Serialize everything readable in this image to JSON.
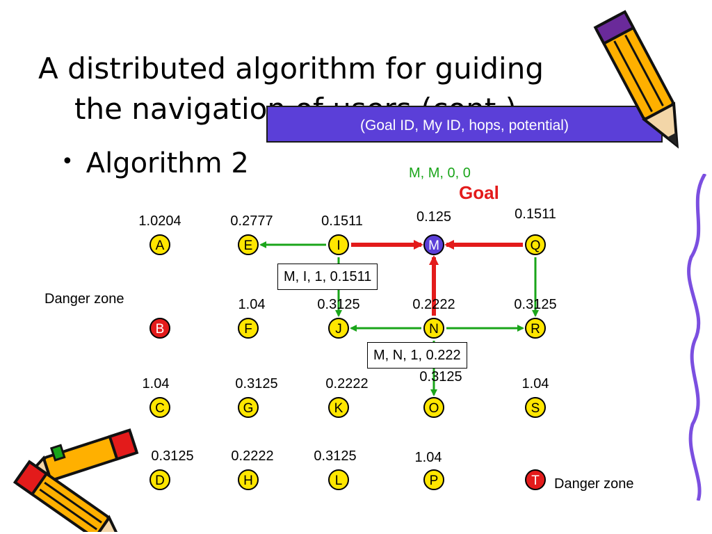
{
  "slide": {
    "title_line1": "A distributed algorithm for guiding",
    "title_line2": "the navigation of users (cont.)",
    "bullet": "Algorithm 2",
    "legend": "(Goal ID, My ID, hops, potential)",
    "goal_message": "M, M, 0, 0",
    "goal_label": "Goal",
    "danger_zone_1": "Danger zone",
    "danger_zone_2": "Danger zone",
    "message_1": "M, I, 1, 0.1511",
    "message_2": "M, N, 1, 0.222"
  },
  "colors": {
    "node_fill": "#ffe600",
    "goal_fill": "#5b3fd8",
    "danger_fill": "#e31b1b",
    "green_arrow": "#1aa51a",
    "red_arrow": "#e31b1b",
    "legend_bg": "#5b3fd8",
    "goal_text": "#e31b1b",
    "goal_msg_text": "#1aa51a"
  },
  "nodes": [
    {
      "id": "A",
      "value": "1.0204",
      "type": "normal"
    },
    {
      "id": "E",
      "value": "0.2777",
      "type": "normal"
    },
    {
      "id": "I",
      "value": "0.1511",
      "type": "normal"
    },
    {
      "id": "M",
      "value": "0.125",
      "type": "goal"
    },
    {
      "id": "Q",
      "value": "0.1511",
      "type": "normal"
    },
    {
      "id": "B",
      "value": "",
      "type": "danger"
    },
    {
      "id": "F",
      "value": "1.04",
      "type": "normal"
    },
    {
      "id": "J",
      "value": "0.3125",
      "type": "normal"
    },
    {
      "id": "N",
      "value": "0.2222",
      "type": "normal"
    },
    {
      "id": "R",
      "value": "0.3125",
      "type": "normal"
    },
    {
      "id": "C",
      "value": "1.04",
      "type": "normal"
    },
    {
      "id": "G",
      "value": "0.3125",
      "type": "normal"
    },
    {
      "id": "K",
      "value": "0.2222",
      "type": "normal"
    },
    {
      "id": "O",
      "value": "0.3125",
      "type": "normal"
    },
    {
      "id": "S",
      "value": "1.04",
      "type": "normal"
    },
    {
      "id": "D",
      "value": "0.3125",
      "type": "normal"
    },
    {
      "id": "H",
      "value": "0.2222",
      "type": "normal"
    },
    {
      "id": "L",
      "value": "0.3125",
      "type": "normal"
    },
    {
      "id": "P",
      "value": "1.04",
      "type": "normal"
    },
    {
      "id": "T",
      "value": "",
      "type": "danger"
    }
  ],
  "arrows": [
    {
      "from": "I",
      "to": "E",
      "color": "green"
    },
    {
      "from": "I",
      "to": "M",
      "color": "red"
    },
    {
      "from": "Q",
      "to": "M",
      "color": "red"
    },
    {
      "from": "N",
      "to": "M",
      "color": "red"
    },
    {
      "from": "I",
      "to": "J",
      "color": "green"
    },
    {
      "from": "Q",
      "to": "R",
      "color": "green"
    },
    {
      "from": "N",
      "to": "J",
      "color": "green"
    },
    {
      "from": "N",
      "to": "R",
      "color": "green"
    },
    {
      "from": "N",
      "to": "O",
      "color": "green"
    }
  ]
}
